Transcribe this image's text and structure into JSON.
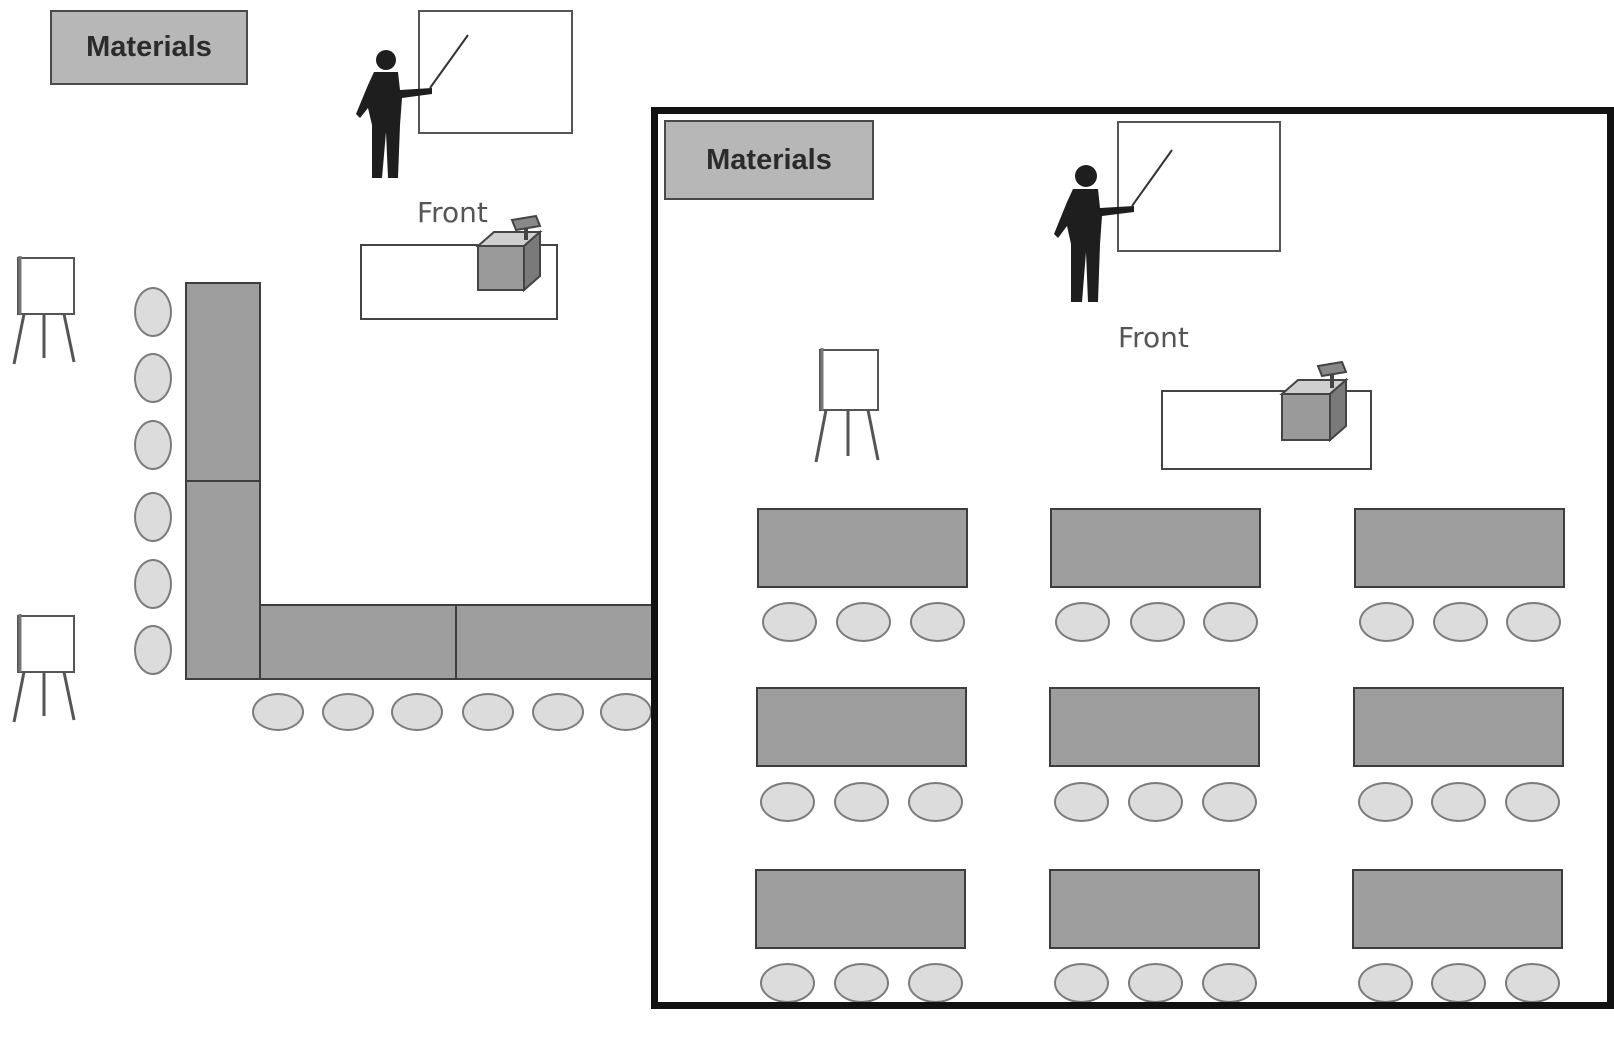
{
  "left_layout": {
    "materials_label": "Materials",
    "front_label": "Front"
  },
  "right_layout": {
    "materials_label": "Materials",
    "front_label": "Front"
  },
  "colors": {
    "table_fill": "#9e9e9e",
    "chair_fill": "#dcdcdc",
    "materials_fill": "#b7b7b7",
    "inset_border": "#111111"
  },
  "icons": [
    "presenter-icon",
    "flipchart-icon",
    "overhead-projector-icon"
  ]
}
